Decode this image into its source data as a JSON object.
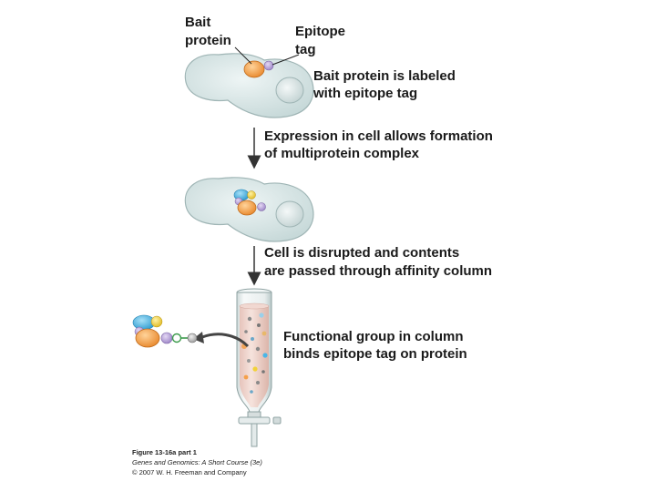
{
  "labels": {
    "bait_protein": [
      "Bait",
      "protein"
    ],
    "epitope_tag": [
      "Epitope",
      "tag"
    ],
    "step1": [
      "Bait protein is labeled",
      "with epitope tag"
    ],
    "step2": [
      "Expression in cell allows formation",
      "of multiprotein complex"
    ],
    "step3": [
      "Cell is disrupted and contents",
      "are passed through affinity column"
    ],
    "step4": [
      "Functional group in column",
      "binds epitope tag on protein"
    ]
  },
  "caption": {
    "figure": "Figure 13-16a part 1",
    "book": "Genes and Genomics: A Short Course (3e)",
    "copyright": "© 2007 W. H. Freeman and Company"
  },
  "colors": {
    "cell": "#d9e6e6",
    "cell_stroke": "#9fb5b5",
    "bait": "#f5a04a",
    "tag": "#b7a3d8",
    "partner_blue": "#4ab6e6",
    "partner_yellow": "#f2d23a",
    "column_fill": "#f0d8d0",
    "column_glass": "#e7eeee"
  }
}
